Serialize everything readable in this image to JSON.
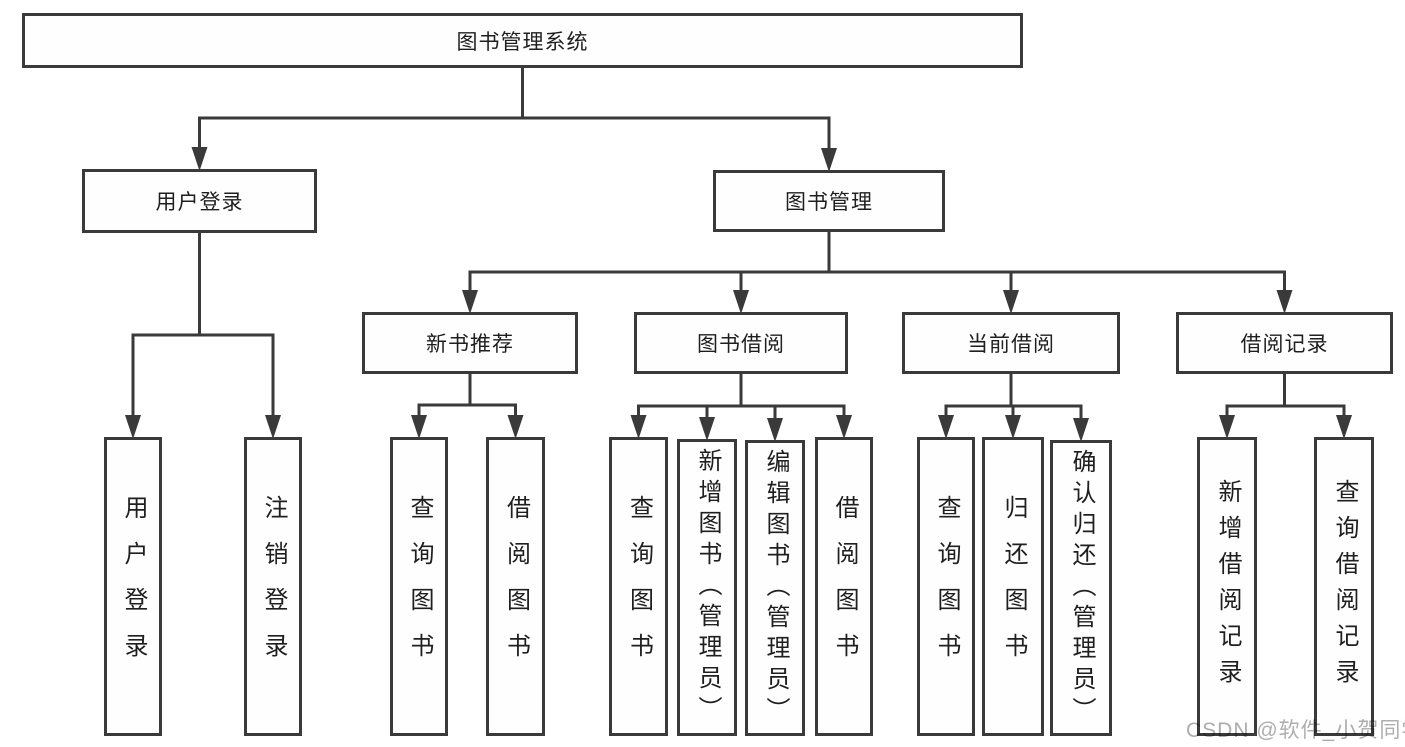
{
  "diagram": {
    "title": "图书管理系统",
    "nodes": [
      {
        "id": "root",
        "label": "图书管理系统",
        "vertical": false
      },
      {
        "id": "login",
        "label": "用户登录",
        "vertical": false
      },
      {
        "id": "mgmt",
        "label": "图书管理",
        "vertical": false
      },
      {
        "id": "newbook",
        "label": "新书推荐",
        "vertical": false
      },
      {
        "id": "borrow",
        "label": "图书借阅",
        "vertical": false
      },
      {
        "id": "current",
        "label": "当前借阅",
        "vertical": false
      },
      {
        "id": "records",
        "label": "借阅记录",
        "vertical": false
      },
      {
        "id": "u1",
        "label": "用户登录",
        "vertical": true
      },
      {
        "id": "u2",
        "label": "注销登录",
        "vertical": true
      },
      {
        "id": "n1",
        "label": "查询图书",
        "vertical": true
      },
      {
        "id": "n2",
        "label": "借阅图书",
        "vertical": true
      },
      {
        "id": "b1",
        "label": "查询图书",
        "vertical": true
      },
      {
        "id": "b2",
        "label": "新增图书（管理员）",
        "vertical": true
      },
      {
        "id": "b3",
        "label": "编辑图书（管理员）",
        "vertical": true
      },
      {
        "id": "b4",
        "label": "借阅图书",
        "vertical": true
      },
      {
        "id": "c1",
        "label": "查询图书",
        "vertical": true
      },
      {
        "id": "c2",
        "label": "归还图书",
        "vertical": true
      },
      {
        "id": "c3",
        "label": "确认归还（管理员）",
        "vertical": true
      },
      {
        "id": "r1",
        "label": "新增借阅记录",
        "vertical": true
      },
      {
        "id": "r2",
        "label": "查询借阅记录",
        "vertical": true
      }
    ],
    "edges": [
      {
        "from": "root",
        "to": [
          "login",
          "mgmt"
        ]
      },
      {
        "from": "mgmt",
        "to": [
          "newbook",
          "borrow",
          "current",
          "records"
        ]
      },
      {
        "from": "login",
        "to": [
          "u1",
          "u2"
        ]
      },
      {
        "from": "newbook",
        "to": [
          "n1",
          "n2"
        ]
      },
      {
        "from": "borrow",
        "to": [
          "b1",
          "b2",
          "b3",
          "b4"
        ]
      },
      {
        "from": "current",
        "to": [
          "c1",
          "c2",
          "c3"
        ]
      },
      {
        "from": "records",
        "to": [
          "r1",
          "r2"
        ]
      }
    ],
    "line_color": "#3a3a3a",
    "text_color": "#1f1f1f"
  },
  "watermark": {
    "text": "CSDN @软件_小贺同学",
    "color": "#aeaeae"
  }
}
